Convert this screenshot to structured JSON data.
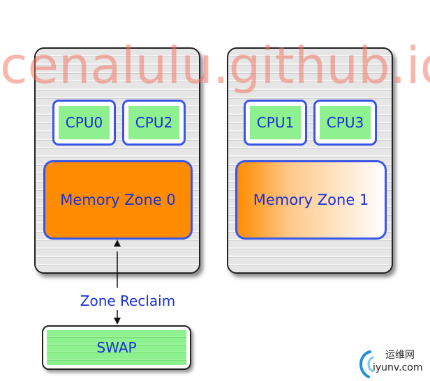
{
  "watermark": "cenalulu.github.io",
  "node0": {
    "cpus": [
      "CPU0",
      "CPU2"
    ],
    "zone": "Memory Zone 0",
    "zone_color": "#ff8c00"
  },
  "node1": {
    "cpus": [
      "CPU1",
      "CPU3"
    ],
    "zone": "Memory Zone 1"
  },
  "reclaim_label": "Zone Reclaim",
  "swap_label": "SWAP",
  "logo": {
    "cn": "运维网",
    "en": "iyunv.com"
  },
  "colors": {
    "cpu_fill": "#8ef08e",
    "border_blue": "#3a55e6",
    "text_blue": "#1830d8"
  }
}
